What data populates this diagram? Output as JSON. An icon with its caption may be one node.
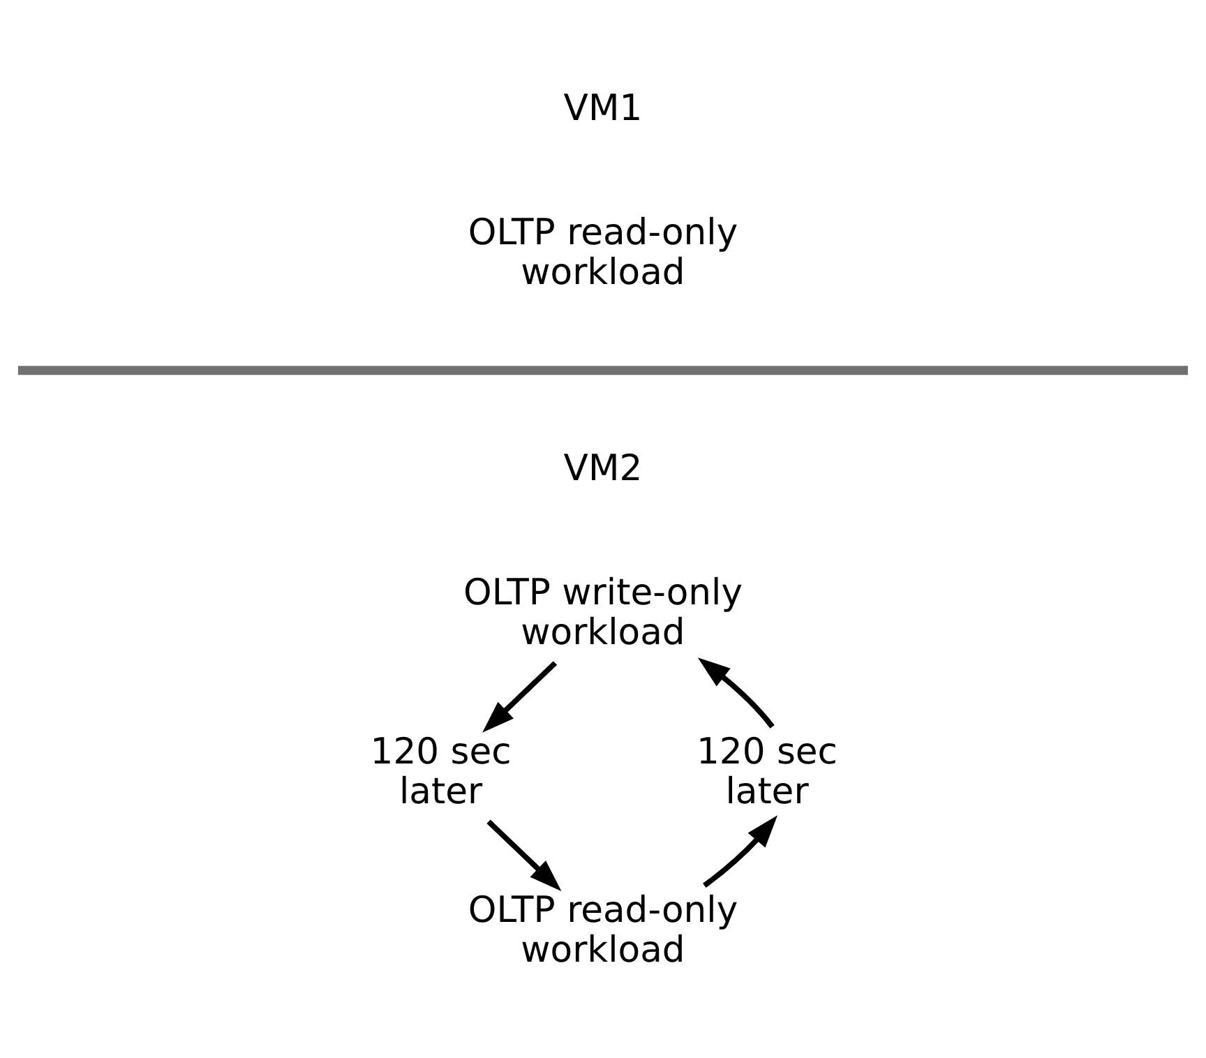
{
  "diagram": {
    "nodes": [
      {
        "text": [
          "OLTP read-only workload"
        ]
      },
      {
        "text": [
          "OLTP write-only workload"
        ]
      },
      {
        "text": [
          "120 sec later"
        ]
      },
      {
        "text": [
          "OLTP read-only workload"
        ]
      },
      {
        "text": [
          "120 sec later"
        ]
      }
    ],
    "edges": [
      {
        "from": 1,
        "to": 2,
        "arrow": "to"
      },
      {
        "from": 2,
        "to": 3,
        "arrow": "to"
      },
      {
        "from": 3,
        "to": 4,
        "arrow": "to"
      },
      {
        "from": 4,
        "to": 1,
        "arrow": "to"
      }
    ],
    "labels": [
      "VM1",
      "VM2"
    ]
  }
}
